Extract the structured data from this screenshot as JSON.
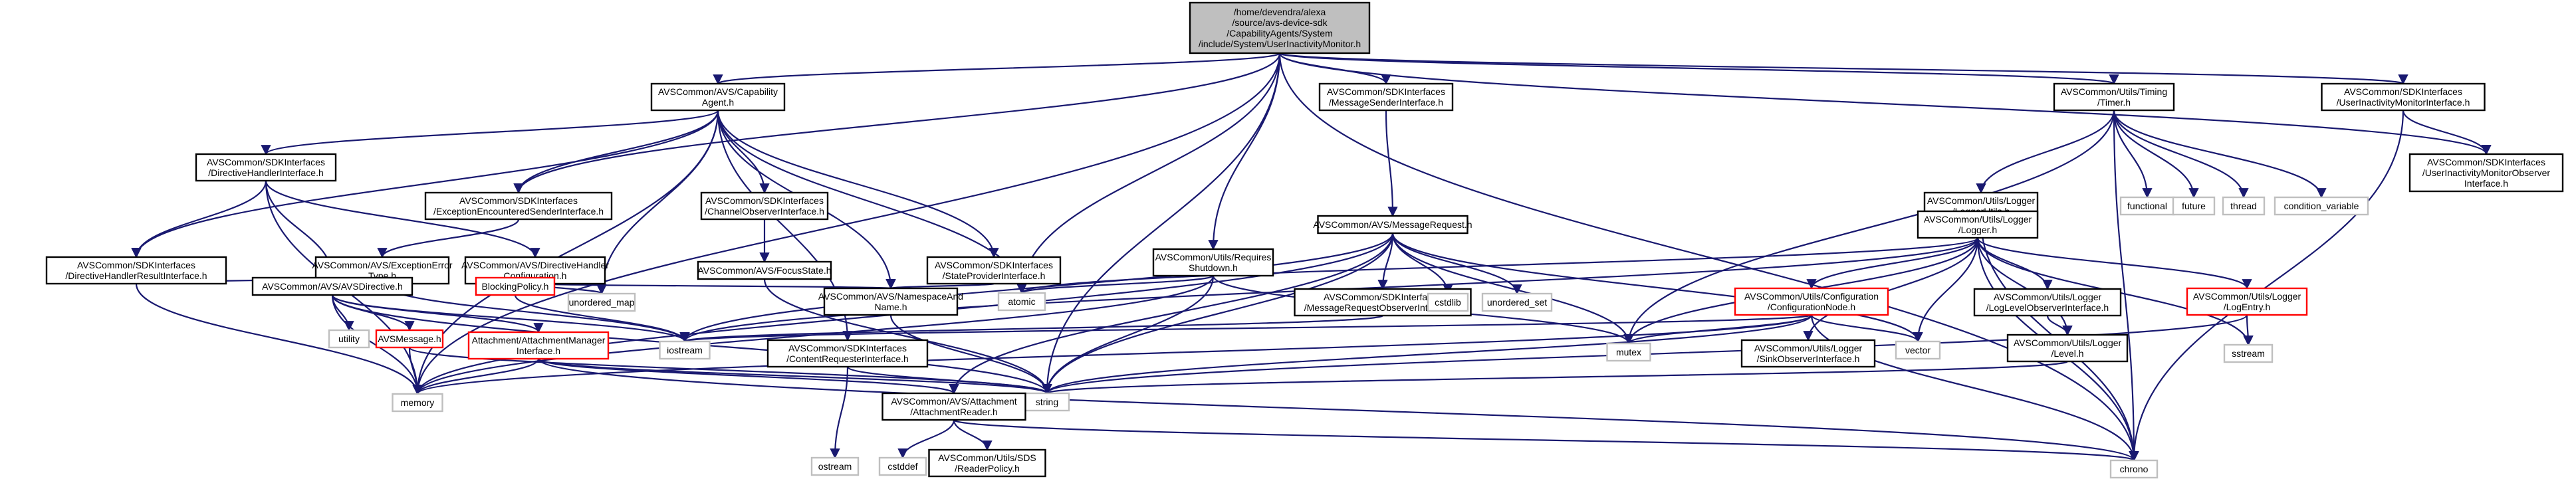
{
  "graph": {
    "colors": {
      "edge": "#191970",
      "root_fill": "#bfbfbf",
      "root_border": "#000000",
      "documented_border": "#000000",
      "undocumented_border": "#bfbfbf",
      "truncated_border": "#ff0000",
      "fill": "#ffffff"
    },
    "nodes": [
      {
        "id": "root",
        "kind": "root",
        "lines": [
          "/home/devendra/alexa",
          "/source/avs-device-sdk",
          "/CapabilityAgents/System",
          "/include/System/UserInactivityMonitor.h"
        ]
      },
      {
        "id": "capability_agent",
        "kind": "documented",
        "lines": [
          "AVSCommon/AVS/Capability",
          "Agent.h"
        ]
      },
      {
        "id": "message_sender_if",
        "kind": "documented",
        "lines": [
          "AVSCommon/SDKInterfaces",
          "/MessageSenderInterface.h"
        ]
      },
      {
        "id": "timer",
        "kind": "documented",
        "lines": [
          "AVSCommon/Utils/Timing",
          "/Timer.h"
        ]
      },
      {
        "id": "uim_if",
        "kind": "documented",
        "lines": [
          "AVSCommon/SDKInterfaces",
          "/UserInactivityMonitorInterface.h"
        ]
      },
      {
        "id": "uim_observer_if",
        "kind": "documented",
        "lines": [
          "AVSCommon/SDKInterfaces",
          "/UserInactivityMonitorObserver",
          "Interface.h"
        ]
      },
      {
        "id": "directive_handler_if",
        "kind": "documented",
        "lines": [
          "AVSCommon/SDKInterfaces",
          "/DirectiveHandlerInterface.h"
        ]
      },
      {
        "id": "exception_sender_if",
        "kind": "documented",
        "lines": [
          "AVSCommon/SDKInterfaces",
          "/ExceptionEncounteredSenderInterface.h"
        ]
      },
      {
        "id": "channel_observer_if",
        "kind": "documented",
        "lines": [
          "AVSCommon/SDKInterfaces",
          "/ChannelObserverInterface.h"
        ]
      },
      {
        "id": "logger_utils",
        "kind": "documented",
        "lines": [
          "AVSCommon/Utils/Logger",
          "/LoggerUtils.h"
        ]
      },
      {
        "id": "functional",
        "kind": "std",
        "lines": [
          "functional"
        ]
      },
      {
        "id": "future",
        "kind": "std",
        "lines": [
          "future"
        ]
      },
      {
        "id": "thread",
        "kind": "std",
        "lines": [
          "thread"
        ]
      },
      {
        "id": "condition_variable",
        "kind": "std",
        "lines": [
          "condition_variable"
        ]
      },
      {
        "id": "directive_result_if",
        "kind": "documented",
        "lines": [
          "AVSCommon/SDKInterfaces",
          "/DirectiveHandlerResultInterface.h"
        ]
      },
      {
        "id": "exception_error_type",
        "kind": "documented",
        "lines": [
          "AVSCommon/AVS/ExceptionError",
          "Type.h"
        ]
      },
      {
        "id": "directive_handler_config",
        "kind": "documented",
        "lines": [
          "AVSCommon/AVS/DirectiveHandler",
          "Configuration.h"
        ]
      },
      {
        "id": "focus_state",
        "kind": "documented",
        "lines": [
          "AVSCommon/AVS/FocusState.h"
        ]
      },
      {
        "id": "state_provider_if",
        "kind": "documented",
        "lines": [
          "AVSCommon/SDKInterfaces",
          "/StateProviderInterface.h"
        ]
      },
      {
        "id": "requires_shutdown",
        "kind": "documented",
        "lines": [
          "AVSCommon/Utils/Requires",
          "Shutdown.h"
        ]
      },
      {
        "id": "message_request",
        "kind": "documented",
        "lines": [
          "AVSCommon/AVS/MessageRequest.h"
        ]
      },
      {
        "id": "logger",
        "kind": "documented",
        "lines": [
          "AVSCommon/Utils/Logger",
          "/Logger.h"
        ]
      },
      {
        "id": "avs_directive",
        "kind": "documented",
        "lines": [
          "AVSCommon/AVS/AVSDirective.h"
        ]
      },
      {
        "id": "blocking_policy",
        "kind": "truncated",
        "lines": [
          "BlockingPolicy.h"
        ]
      },
      {
        "id": "unordered_map",
        "kind": "std",
        "lines": [
          "unordered_map"
        ]
      },
      {
        "id": "namespace_and_name",
        "kind": "documented",
        "lines": [
          "AVSCommon/AVS/NamespaceAnd",
          "Name.h"
        ]
      },
      {
        "id": "atomic",
        "kind": "std",
        "lines": [
          "atomic"
        ]
      },
      {
        "id": "message_request_observer_if",
        "kind": "documented",
        "lines": [
          "AVSCommon/SDKInterfaces",
          "/MessageRequestObserverInterface.h"
        ]
      },
      {
        "id": "cstdlib",
        "kind": "std",
        "lines": [
          "cstdlib"
        ]
      },
      {
        "id": "unordered_set",
        "kind": "std",
        "lines": [
          "unordered_set"
        ]
      },
      {
        "id": "configuration_node",
        "kind": "truncated",
        "lines": [
          "AVSCommon/Utils/Configuration",
          "/ConfigurationNode.h"
        ]
      },
      {
        "id": "log_level_observer_if",
        "kind": "documented",
        "lines": [
          "AVSCommon/Utils/Logger",
          "/LogLevelObserverInterface.h"
        ]
      },
      {
        "id": "log_entry",
        "kind": "truncated",
        "lines": [
          "AVSCommon/Utils/Logger",
          "/LogEntry.h"
        ]
      },
      {
        "id": "utility",
        "kind": "std",
        "lines": [
          "utility"
        ]
      },
      {
        "id": "avs_message",
        "kind": "truncated",
        "lines": [
          "AVSMessage.h"
        ]
      },
      {
        "id": "attachment_manager_if",
        "kind": "truncated",
        "lines": [
          "Attachment/AttachmentManager",
          "Interface.h"
        ]
      },
      {
        "id": "iostream",
        "kind": "std",
        "lines": [
          "iostream"
        ]
      },
      {
        "id": "content_requester_if",
        "kind": "documented",
        "lines": [
          "AVSCommon/SDKInterfaces",
          "/ContentRequesterInterface.h"
        ]
      },
      {
        "id": "mutex",
        "kind": "std",
        "lines": [
          "mutex"
        ]
      },
      {
        "id": "sink_observer_if",
        "kind": "documented",
        "lines": [
          "AVSCommon/Utils/Logger",
          "/SinkObserverInterface.h"
        ]
      },
      {
        "id": "vector",
        "kind": "std",
        "lines": [
          "vector"
        ]
      },
      {
        "id": "level",
        "kind": "documented",
        "lines": [
          "AVSCommon/Utils/Logger",
          "/Level.h"
        ]
      },
      {
        "id": "sstream",
        "kind": "std",
        "lines": [
          "sstream"
        ]
      },
      {
        "id": "memory",
        "kind": "std",
        "lines": [
          "memory"
        ]
      },
      {
        "id": "string",
        "kind": "std",
        "lines": [
          "string"
        ]
      },
      {
        "id": "attachment_reader",
        "kind": "documented",
        "lines": [
          "AVSCommon/AVS/Attachment",
          "/AttachmentReader.h"
        ]
      },
      {
        "id": "chrono",
        "kind": "std",
        "lines": [
          "chrono"
        ]
      },
      {
        "id": "ostream",
        "kind": "std",
        "lines": [
          "ostream"
        ]
      },
      {
        "id": "cstddef",
        "kind": "std",
        "lines": [
          "cstddef"
        ]
      },
      {
        "id": "reader_policy",
        "kind": "documented",
        "lines": [
          "AVSCommon/Utils/SDS",
          "/ReaderPolicy.h"
        ]
      }
    ],
    "edges": [
      [
        "root",
        "capability_agent"
      ],
      [
        "root",
        "message_sender_if"
      ],
      [
        "root",
        "timer"
      ],
      [
        "root",
        "uim_if"
      ],
      [
        "root",
        "uim_observer_if"
      ],
      [
        "root",
        "exception_sender_if"
      ],
      [
        "root",
        "requires_shutdown"
      ],
      [
        "root",
        "atomic"
      ],
      [
        "root",
        "chrono"
      ],
      [
        "root",
        "memory"
      ],
      [
        "root",
        "string"
      ],
      [
        "capability_agent",
        "directive_handler_if"
      ],
      [
        "capability_agent",
        "exception_sender_if"
      ],
      [
        "capability_agent",
        "channel_observer_if"
      ],
      [
        "capability_agent",
        "state_provider_if"
      ],
      [
        "capability_agent",
        "directive_result_if"
      ],
      [
        "capability_agent",
        "content_requester_if"
      ],
      [
        "capability_agent",
        "namespace_and_name"
      ],
      [
        "capability_agent",
        "unordered_map"
      ],
      [
        "capability_agent",
        "memory"
      ],
      [
        "capability_agent",
        "atomic"
      ],
      [
        "message_sender_if",
        "message_request"
      ],
      [
        "timer",
        "logger_utils"
      ],
      [
        "timer",
        "functional"
      ],
      [
        "timer",
        "future"
      ],
      [
        "timer",
        "thread"
      ],
      [
        "timer",
        "condition_variable"
      ],
      [
        "timer",
        "chrono"
      ],
      [
        "timer",
        "mutex"
      ],
      [
        "uim_if",
        "uim_observer_if"
      ],
      [
        "uim_if",
        "chrono"
      ],
      [
        "directive_handler_if",
        "directive_result_if"
      ],
      [
        "directive_handler_if",
        "directive_handler_config"
      ],
      [
        "directive_handler_if",
        "avs_directive"
      ],
      [
        "directive_handler_if",
        "memory"
      ],
      [
        "exception_sender_if",
        "exception_error_type"
      ],
      [
        "channel_observer_if",
        "focus_state"
      ],
      [
        "logger_utils",
        "logger"
      ],
      [
        "logger_utils",
        "chrono"
      ],
      [
        "directive_result_if",
        "memory"
      ],
      [
        "directive_result_if",
        "avs_directive"
      ],
      [
        "exception_error_type",
        "iostream"
      ],
      [
        "directive_handler_config",
        "blocking_policy"
      ],
      [
        "directive_handler_config",
        "unordered_map"
      ],
      [
        "directive_handler_config",
        "namespace_and_name"
      ],
      [
        "focus_state",
        "string"
      ],
      [
        "state_provider_if",
        "namespace_and_name"
      ],
      [
        "requires_shutdown",
        "string"
      ],
      [
        "requires_shutdown",
        "atomic"
      ],
      [
        "requires_shutdown",
        "memory"
      ],
      [
        "requires_shutdown",
        "mutex"
      ],
      [
        "message_request",
        "message_request_observer_if"
      ],
      [
        "message_request",
        "cstdlib"
      ],
      [
        "message_request",
        "unordered_set"
      ],
      [
        "message_request",
        "mutex"
      ],
      [
        "message_request",
        "vector"
      ],
      [
        "message_request",
        "string"
      ],
      [
        "message_request",
        "memory"
      ],
      [
        "message_request",
        "attachment_reader"
      ],
      [
        "message_request",
        "iostream"
      ],
      [
        "logger",
        "configuration_node"
      ],
      [
        "logger",
        "log_level_observer_if"
      ],
      [
        "logger",
        "log_entry"
      ],
      [
        "logger",
        "level"
      ],
      [
        "logger",
        "sink_observer_if"
      ],
      [
        "logger",
        "mutex"
      ],
      [
        "logger",
        "vector"
      ],
      [
        "logger",
        "sstream"
      ],
      [
        "logger",
        "chrono"
      ],
      [
        "logger",
        "atomic"
      ],
      [
        "logger",
        "iostream"
      ],
      [
        "avs_directive",
        "utility"
      ],
      [
        "avs_directive",
        "avs_message"
      ],
      [
        "avs_directive",
        "attachment_manager_if"
      ],
      [
        "avs_directive",
        "memory"
      ],
      [
        "avs_directive",
        "iostream"
      ],
      [
        "avs_directive",
        "string"
      ],
      [
        "blocking_policy",
        "iostream"
      ],
      [
        "namespace_and_name",
        "string"
      ],
      [
        "message_request_observer_if",
        "iostream"
      ],
      [
        "configuration_node",
        "mutex"
      ],
      [
        "configuration_node",
        "vector"
      ],
      [
        "configuration_node",
        "chrono"
      ],
      [
        "configuration_node",
        "string"
      ],
      [
        "configuration_node",
        "memory"
      ],
      [
        "configuration_node",
        "iostream"
      ],
      [
        "log_level_observer_if",
        "level"
      ],
      [
        "log_entry",
        "sstream"
      ],
      [
        "log_entry",
        "string"
      ],
      [
        "avs_message",
        "memory"
      ],
      [
        "avs_message",
        "string"
      ],
      [
        "attachment_manager_if",
        "attachment_reader"
      ],
      [
        "attachment_manager_if",
        "memory"
      ],
      [
        "attachment_manager_if",
        "chrono"
      ],
      [
        "attachment_manager_if",
        "string"
      ],
      [
        "content_requester_if",
        "ostream"
      ],
      [
        "content_requester_if",
        "string"
      ],
      [
        "level",
        "string"
      ],
      [
        "attachment_reader",
        "chrono"
      ],
      [
        "attachment_reader",
        "cstddef"
      ],
      [
        "attachment_reader",
        "reader_policy"
      ]
    ]
  }
}
